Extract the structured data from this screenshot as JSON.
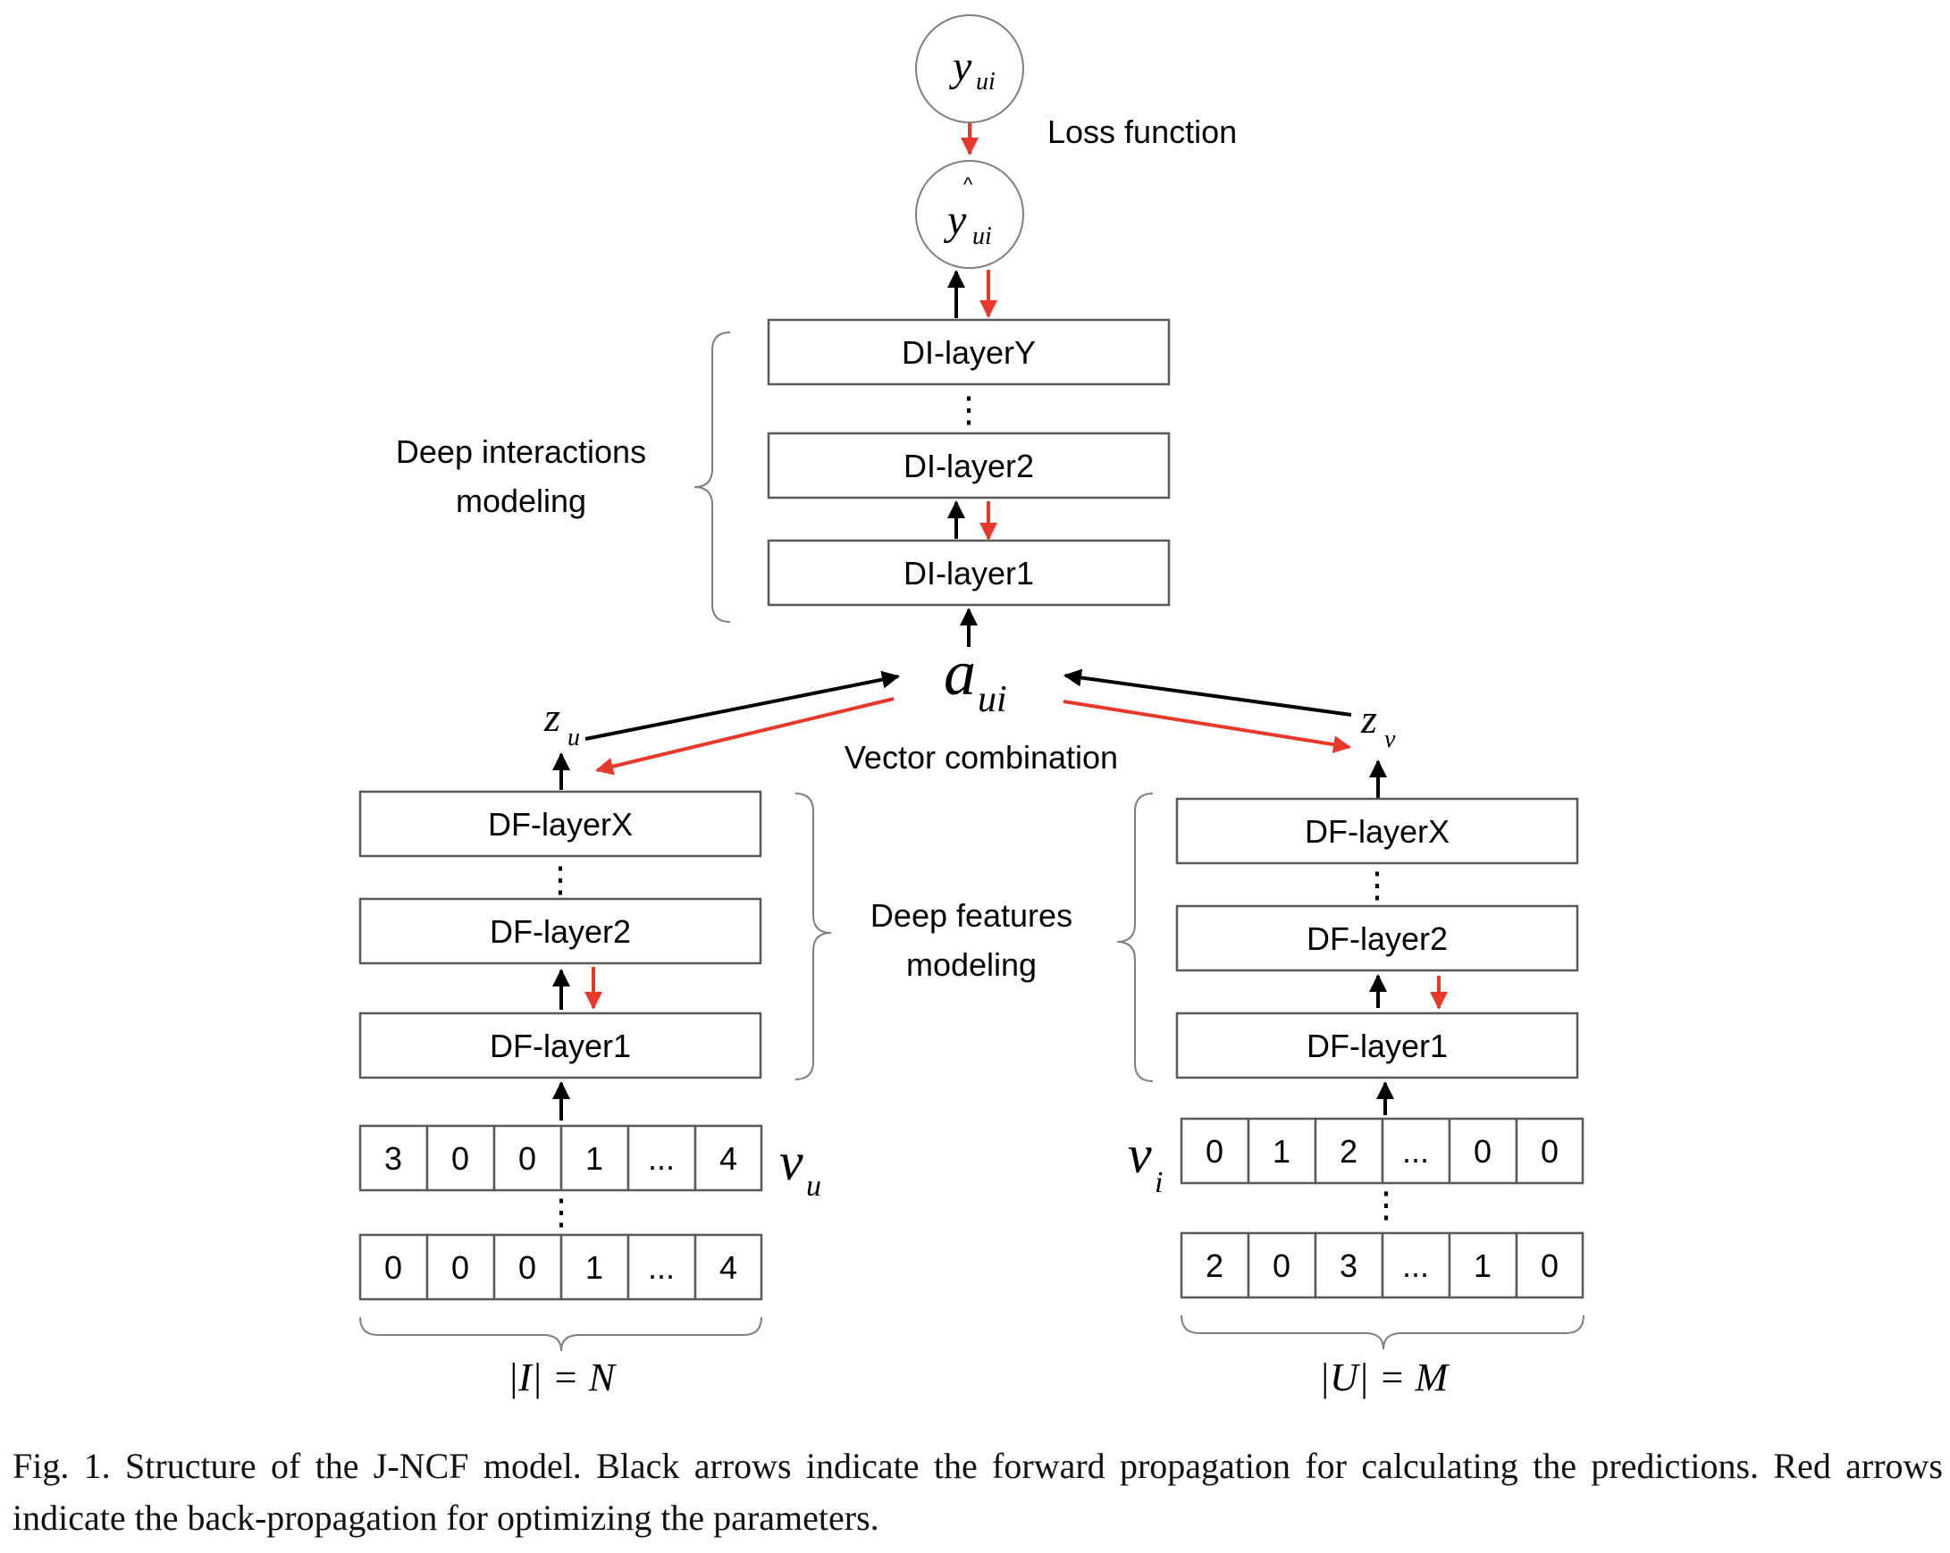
{
  "nodes": {
    "y_true": {
      "base": "y",
      "sub": "ui"
    },
    "y_pred": {
      "hat": "^",
      "base": "y",
      "sub": "ui"
    },
    "a": {
      "base": "a",
      "sub": "ui"
    },
    "z_u": {
      "base": "z",
      "sub": "u"
    },
    "z_v": {
      "base": "z",
      "sub": "v"
    },
    "v_u": {
      "base": "v",
      "sub": "u"
    },
    "v_i": {
      "base": "v",
      "sub": "i"
    }
  },
  "labels": {
    "loss": "Loss function",
    "di_group_line1": "Deep interactions",
    "di_group_line2": "modeling",
    "vector_combination": "Vector combination",
    "df_group_line1": "Deep features",
    "df_group_line2": "modeling",
    "dots": "⋮",
    "size_left": "|I| = N",
    "size_right": "|U| = M"
  },
  "di_layers": [
    "DI-layerY",
    "DI-layer2",
    "DI-layer1"
  ],
  "df_layers_left": [
    "DF-layerX",
    "DF-layer2",
    "DF-layer1"
  ],
  "df_layers_right": [
    "DF-layerX",
    "DF-layer2",
    "DF-layer1"
  ],
  "user_vectors": [
    [
      "3",
      "0",
      "0",
      "1",
      "...",
      "4"
    ],
    [
      "0",
      "0",
      "0",
      "1",
      "...",
      "4"
    ]
  ],
  "item_vectors": [
    [
      "0",
      "1",
      "2",
      "...",
      "0",
      "0"
    ],
    [
      "2",
      "0",
      "3",
      "...",
      "1",
      "0"
    ]
  ],
  "colors": {
    "forward": "#000000",
    "backward": "#e8382a",
    "box_stroke": "#595959"
  },
  "caption": "Fig. 1.  Structure of the J-NCF model. Black arrows indicate the forward propagation for calculating the predictions. Red arrows indicate the back-propagation for optimizing the parameters."
}
